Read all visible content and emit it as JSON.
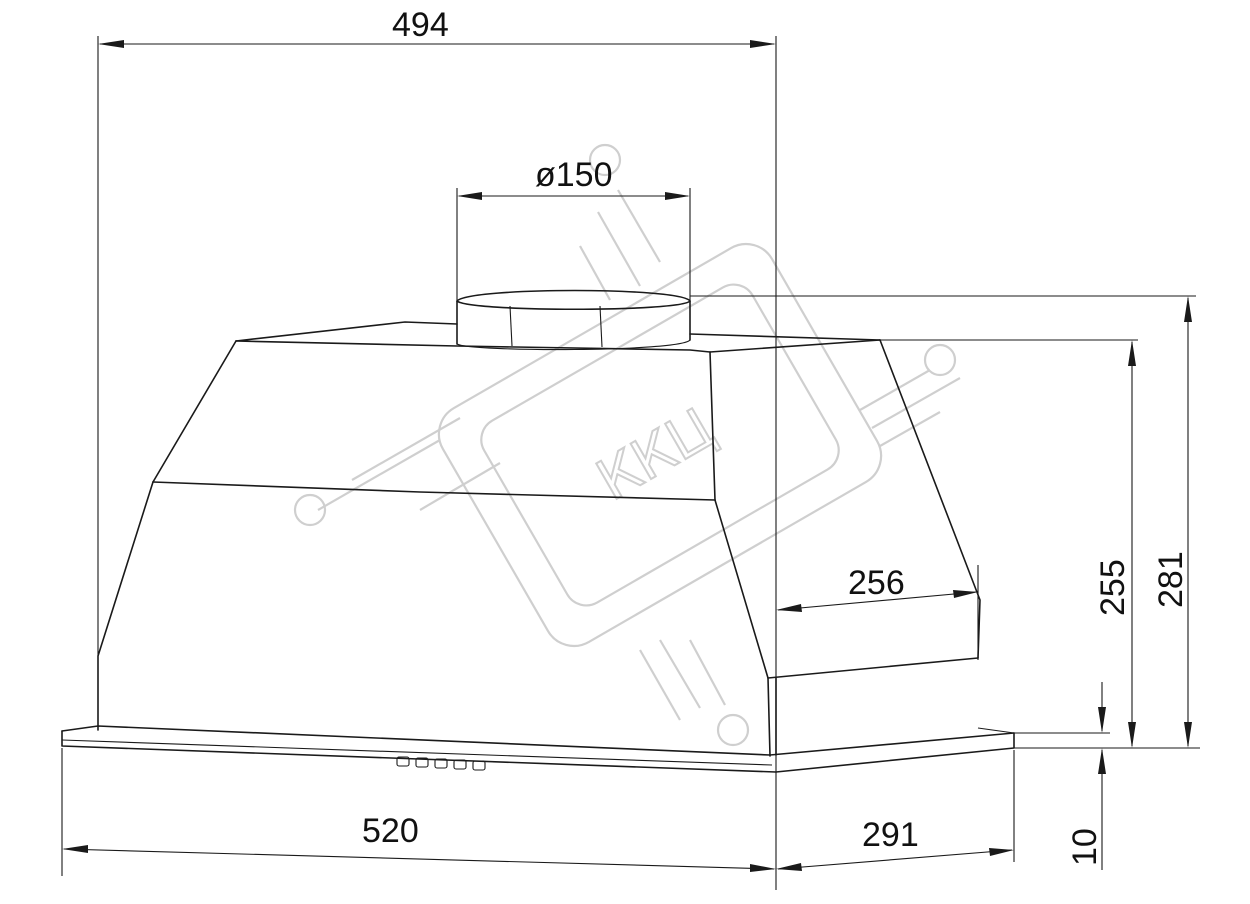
{
  "dimensions": {
    "top_width": "494",
    "duct_diameter": "ø150",
    "depth_top": "256",
    "body_height": "255",
    "total_height": "281",
    "panel_width": "520",
    "panel_depth": "291",
    "panel_thickness": "10"
  },
  "watermark": {
    "text": "ККЦ"
  }
}
